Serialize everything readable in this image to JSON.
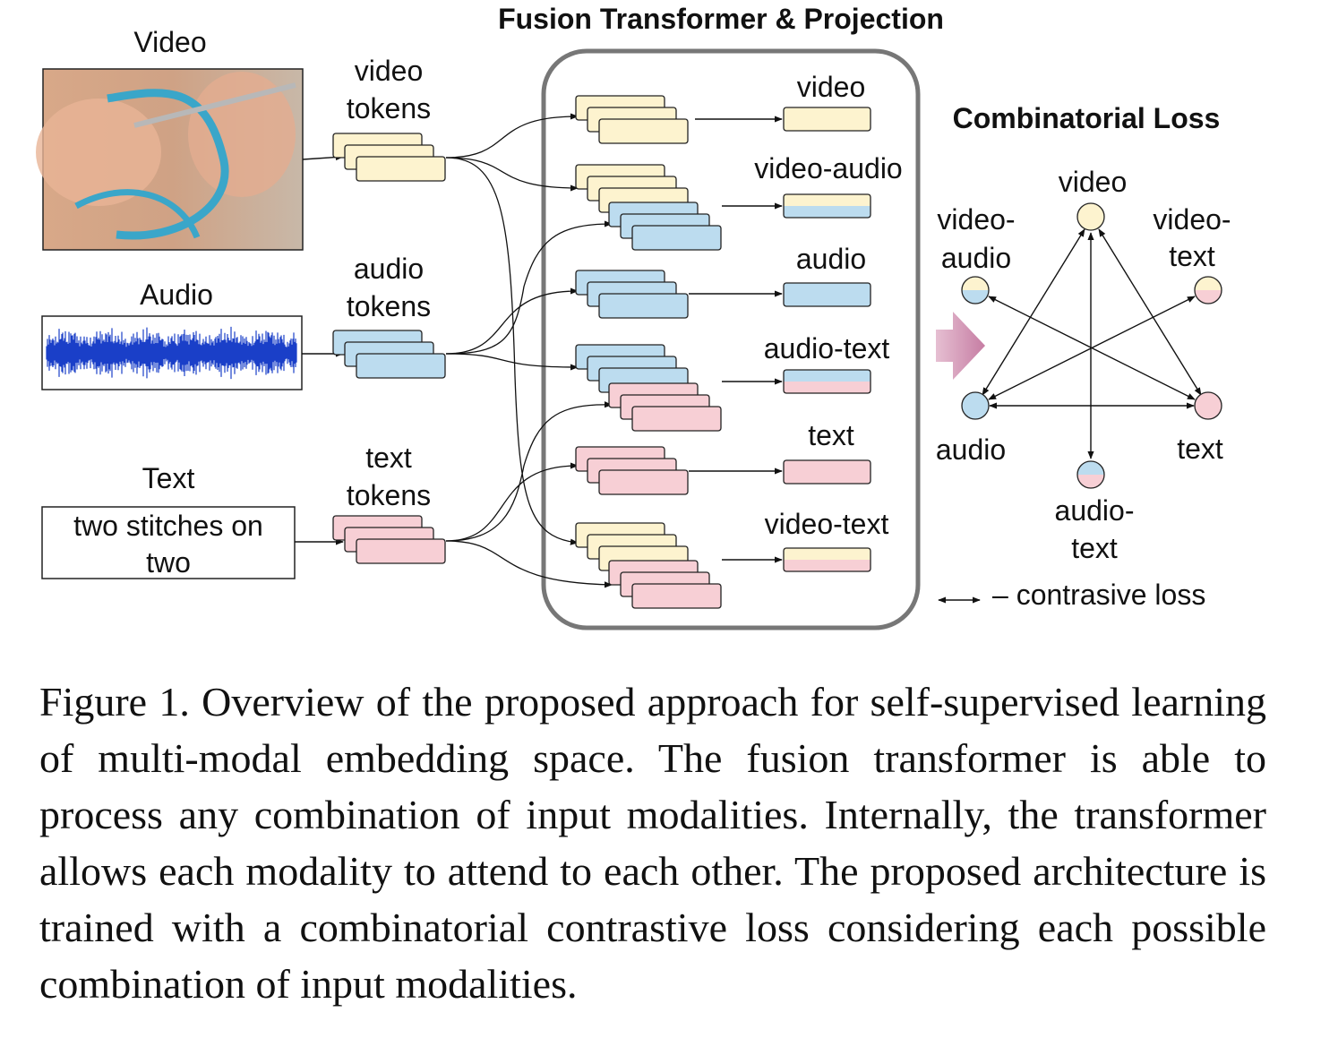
{
  "figure": {
    "title_fusion": "Fusion Transformer & Projection",
    "title_loss": "Combinatorial Loss",
    "inputs": {
      "video": "Video",
      "audio": "Audio",
      "text": "Text",
      "text_sample_line1": "two stitches on",
      "text_sample_line2": "two"
    },
    "token_labels": {
      "video": [
        "video",
        "tokens"
      ],
      "audio": [
        "audio",
        "tokens"
      ],
      "text": [
        "text",
        "tokens"
      ]
    },
    "outputs": [
      "video",
      "video-audio",
      "audio",
      "audio-text",
      "text",
      "video-text"
    ],
    "loss_nodes": {
      "video": "video",
      "video_audio": [
        "video-",
        "audio"
      ],
      "video_text": [
        "video-",
        "text"
      ],
      "audio": "audio",
      "text": "text",
      "audio_text": [
        "audio-",
        "text"
      ]
    },
    "legend": "– contrasive loss",
    "colors": {
      "video": "#fdf3cf",
      "audio": "#bcdcef",
      "text": "#f7cfd5",
      "arrow_fill": "#d08aae",
      "box_stroke": "#777777",
      "waveform": "#1a3fc8"
    }
  },
  "caption": "Figure 1. Overview of the proposed approach for self-supervised learning of multi-modal embedding space. The fusion transformer is able to process any combination of input modalities. Internally, the transformer allows each modality to attend to each other. The proposed architecture is trained with a combinatorial contrastive loss considering each possible combination of input modalities."
}
